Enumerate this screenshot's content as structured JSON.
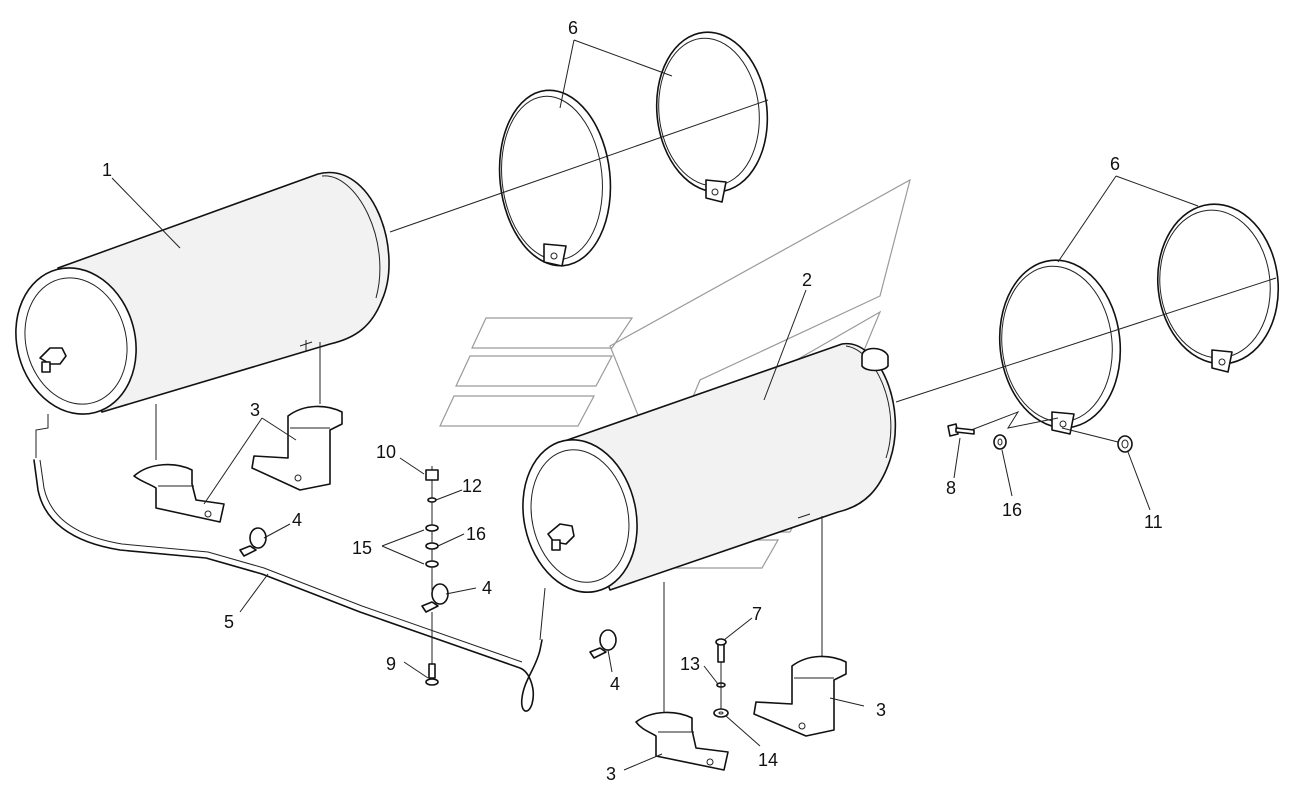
{
  "labels": {
    "l1": "1",
    "l2": "2",
    "l3a": "3",
    "l3b": "3",
    "l3c": "3",
    "l4a": "4",
    "l4b": "4",
    "l4c": "4",
    "l5": "5",
    "l6a": "6",
    "l6b": "6",
    "l7": "7",
    "l8": "8",
    "l9": "9",
    "l10": "10",
    "l11": "11",
    "l12": "12",
    "l13": "13",
    "l14": "14",
    "l15": "15",
    "l16a": "16",
    "l16b": "16"
  }
}
